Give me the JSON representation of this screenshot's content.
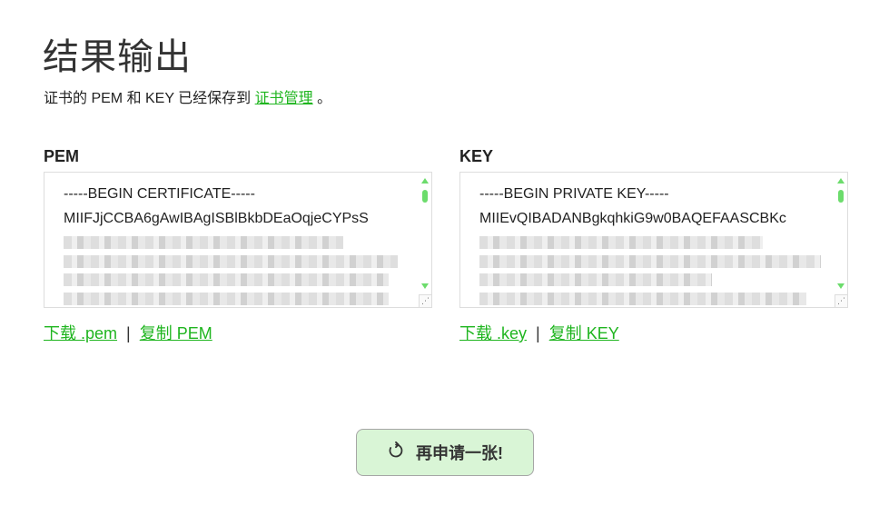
{
  "title": "结果输出",
  "subtitle": {
    "prefix": "证书的 PEM 和 KEY 已经保存到 ",
    "link": "证书管理",
    "suffix": " 。"
  },
  "pem": {
    "label": "PEM",
    "lines": [
      "-----BEGIN CERTIFICATE-----",
      "MIIFJjCCBA6gAwIBAgISBlBkbDEaOqjeCYPsS"
    ],
    "download": "下载 .pem",
    "separator": "|",
    "copy": "复制 PEM"
  },
  "key": {
    "label": "KEY",
    "lines": [
      "-----BEGIN PRIVATE KEY-----",
      "MIIEvQIBADANBgkqhkiG9w0BAQEFAASCBKc"
    ],
    "download": "下载 .key",
    "separator": "|",
    "copy": "复制 KEY"
  },
  "again_button": "再申请一张!",
  "colors": {
    "link": "#1fb51f",
    "button_bg": "#d9f5d6",
    "scrollbar": "#6cdc6c"
  }
}
